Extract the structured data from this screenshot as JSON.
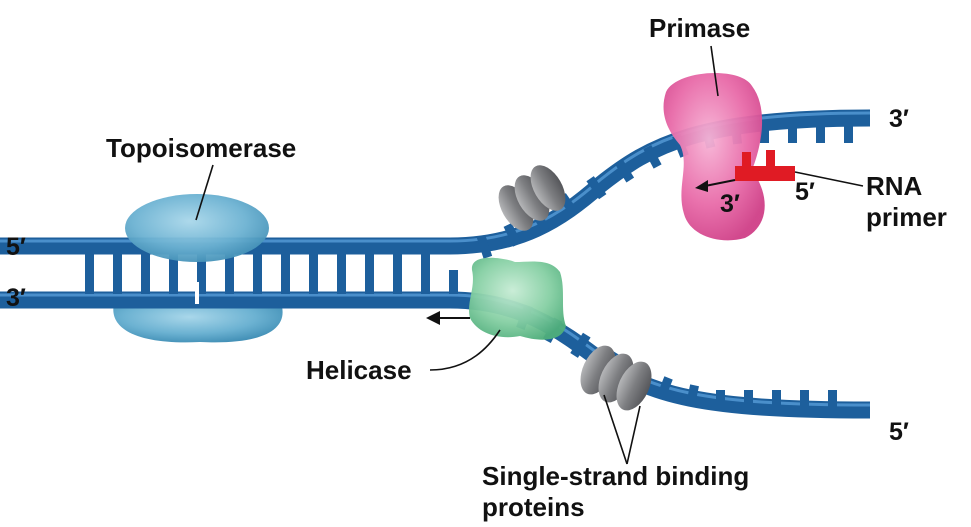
{
  "labels": {
    "primase": "Primase",
    "topoisomerase": "Topoisomerase",
    "helicase": "Helicase",
    "rna_primer_line1": "RNA",
    "rna_primer_line2": "primer",
    "ssb_line1": "Single-strand binding",
    "ssb_line2": "proteins"
  },
  "ends": {
    "left_top": "5′",
    "left_bottom": "3′",
    "right_top": "3′",
    "right_bottom": "5′",
    "primer_left": "3′",
    "primer_right": "5′"
  },
  "colors": {
    "dna_strand": "#1d5f9c",
    "dna_dark": "#13406b",
    "topoisomerase": "#5aa6c9",
    "helicase": "#7cc99a",
    "primase": "#e0609f",
    "rna_primer": "#e01b24",
    "ssb": "#8c8d90"
  }
}
